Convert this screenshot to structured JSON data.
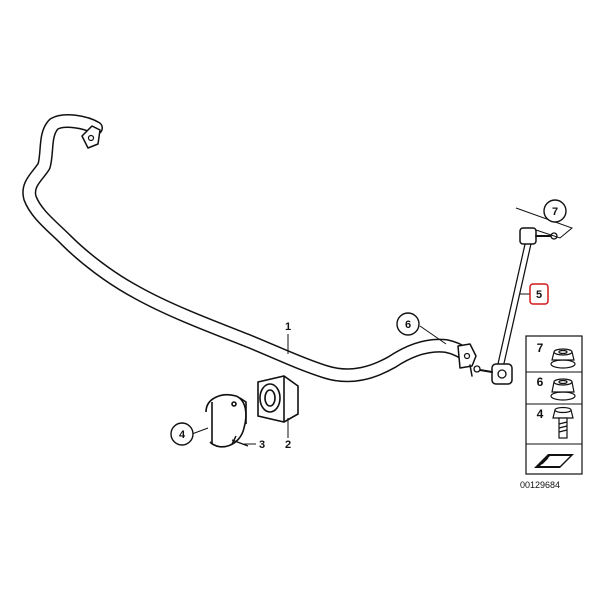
{
  "callouts": {
    "c1": "1",
    "c2": "2",
    "c3": "3",
    "c4": "4",
    "c5": "5",
    "c6": "6",
    "c7": "7"
  },
  "legend": {
    "items": [
      "7",
      "6",
      "4"
    ]
  },
  "image_number": "00129684",
  "colors": {
    "line": "#111111",
    "highlight": "#d11a1a",
    "background": "#ffffff"
  }
}
